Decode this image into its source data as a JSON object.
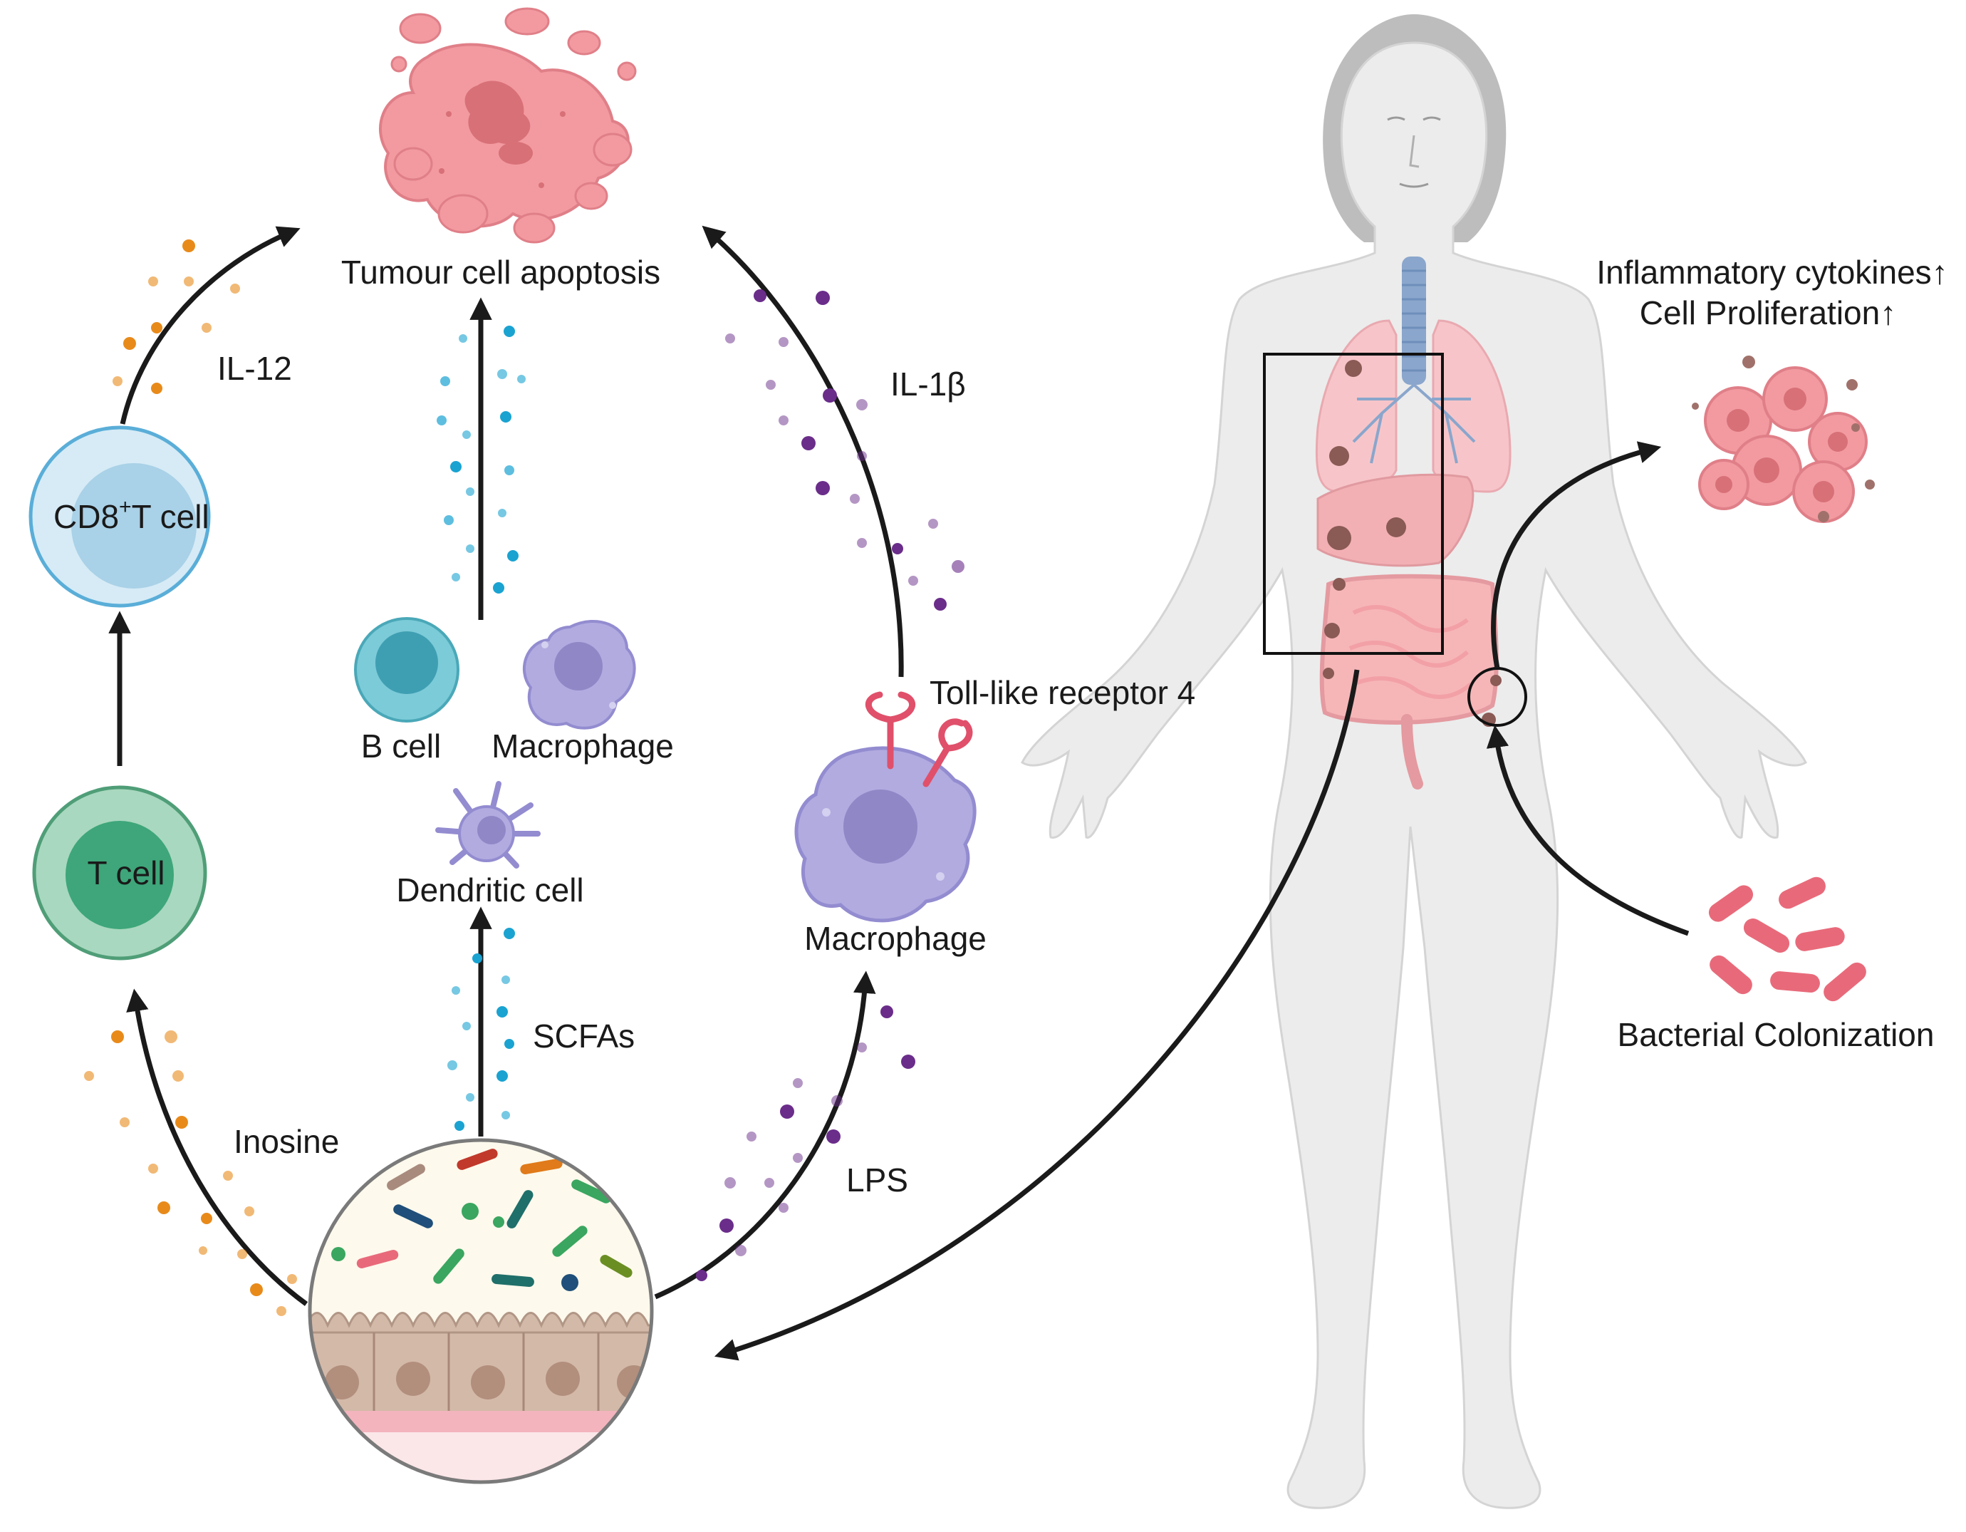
{
  "labels": {
    "tumour_apoptosis": "Tumour cell apoptosis",
    "il12": "IL-12",
    "cd8_pre": "CD8",
    "cd8_sup": "+",
    "cd8_post": "T cell",
    "t_cell": "T cell",
    "inosine": "Inosine",
    "b_cell": "B cell",
    "macrophage_pair": "Macrophage",
    "dendritic_cell": "Dendritic cell",
    "scfas": "SCFAs",
    "il1b": "IL-1β",
    "tlr4": "Toll-like receptor 4",
    "macrophage_tlr": "Macrophage",
    "lps": "LPS",
    "inflammatory_cytokines": "Inflammatory cytokines↑",
    "cell_proliferation": "Cell Proliferation↑",
    "bacterial_colonization": "Bacterial Colonization"
  },
  "colors": {
    "inosine": "#e88a1a",
    "scfa": "#1aa3d1",
    "lps": "#6a2d8a",
    "tumour": "#f29aa0",
    "t_cell": "#5bb58a",
    "cd8": "#a8d2e8",
    "b_cell": "#5fbfcc",
    "macrophage": "#a9a3dc",
    "tlr4": "#e0506a",
    "bacteria": "#e86a7a",
    "body": "#ececec"
  }
}
